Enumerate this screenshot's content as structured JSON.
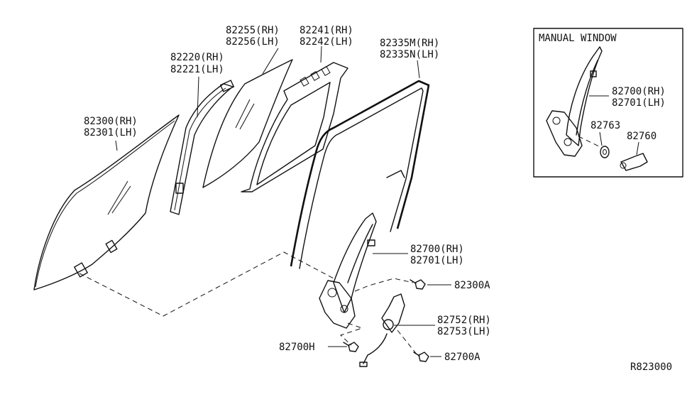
{
  "labels": {
    "glass_rh": "82300(RH)",
    "glass_lh": "82301(LH)",
    "sash_rh": "82220(RH)",
    "sash_lh": "82221(LH)",
    "vent_rh": "82255(RH)",
    "vent_lh": "82256(LH)",
    "weatherstrip_rh": "82241(RH)",
    "weatherstrip_lh": "82242(LH)",
    "channel_rh": "82335M(RH)",
    "channel_lh": "82335N(LH)",
    "regulator_rh": "82700(RH)",
    "regulator_lh": "82701(LH)",
    "bolt_a": "82300A",
    "motor_rh": "82752(RH)",
    "motor_lh": "82753(LH)",
    "bolt_h": "82700H",
    "bolt_700a": "82700A",
    "reference": "R823000"
  },
  "manual_window": {
    "title": "MANUAL WINDOW",
    "regulator_rh": "82700(RH)",
    "regulator_lh": "82701(LH)",
    "washer": "82763",
    "handle": "82760"
  }
}
